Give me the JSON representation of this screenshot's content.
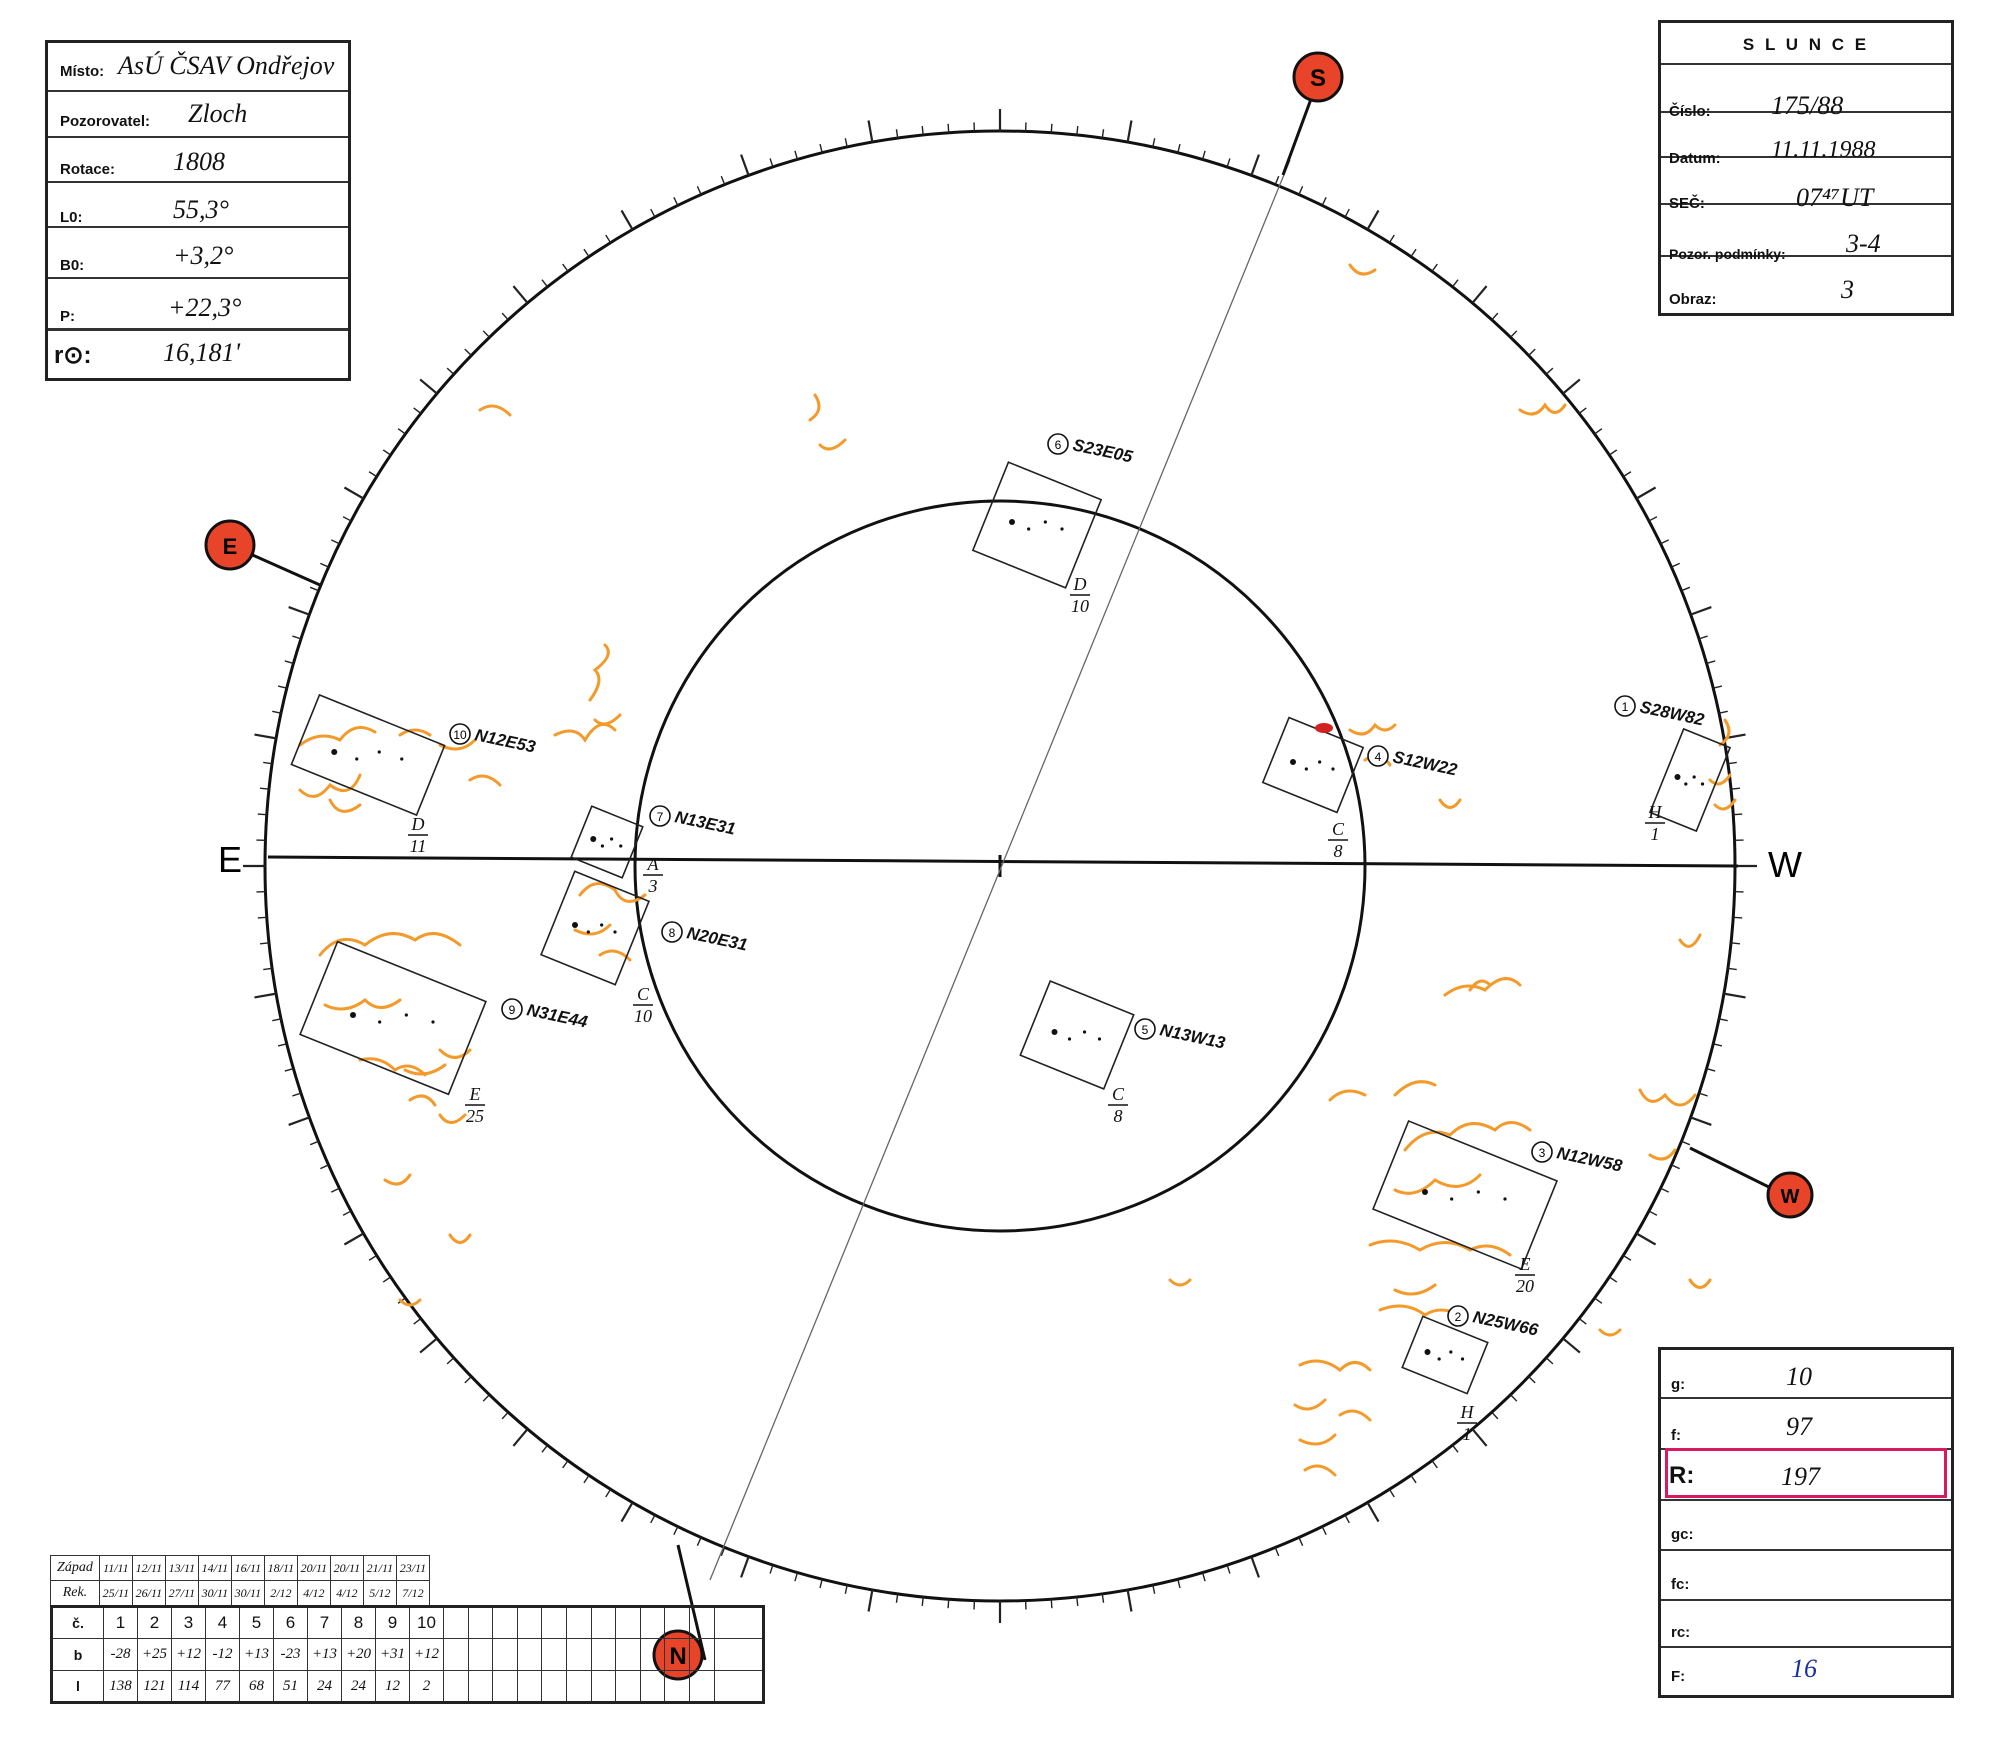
{
  "location_box": {
    "misto_label": "Místo:",
    "misto_value": "AsÚ ČSAV Ondřejov",
    "pozorovatel_label": "Pozorovatel:",
    "pozorovatel_value": "Zloch",
    "rotace_label": "Rotace:",
    "rotace_value": "1808",
    "l0_label": "L0:",
    "l0_value": "55,3°",
    "b0_label": "B0:",
    "b0_value": "+3,2°",
    "p_label": "P:",
    "p_value": "+22,3°",
    "r0_label": "r⊙:",
    "r0_value": "16,181'"
  },
  "header_box": {
    "title": "S L U N C E",
    "cislo_label": "Číslo:",
    "cislo_value": "175/88",
    "datum_label": "Datum:",
    "datum_value": "11.11.1988",
    "sec_label": "SEČ:",
    "sec_value": "07⁴⁷UT",
    "podminky_label": "Pozor. podmínky:",
    "podminky_value": "3-4",
    "obraz_label": "Obraz:",
    "obraz_value": "3"
  },
  "compass": {
    "S": "S",
    "E": "E",
    "W": "W",
    "N": "N",
    "e_axis": "E",
    "w_axis": "W"
  },
  "groups": [
    {
      "num": "1",
      "label": "S28W82",
      "cls": "H",
      "count": "1"
    },
    {
      "num": "2",
      "label": "N25W66",
      "cls": "H",
      "count": "1"
    },
    {
      "num": "3",
      "label": "N12W58",
      "cls": "E",
      "count": "20"
    },
    {
      "num": "4",
      "label": "S12W22",
      "cls": "C",
      "count": "8"
    },
    {
      "num": "5",
      "label": "N13W13",
      "cls": "C",
      "count": "8"
    },
    {
      "num": "6",
      "label": "S23E05",
      "cls": "D",
      "count": "10"
    },
    {
      "num": "7",
      "label": "N13E31",
      "cls": "A",
      "count": "3"
    },
    {
      "num": "8",
      "label": "N20E31",
      "cls": "C",
      "count": "10"
    },
    {
      "num": "9",
      "label": "N31E44",
      "cls": "E",
      "count": "25"
    },
    {
      "num": "10",
      "label": "N12E53",
      "cls": "D",
      "count": "11"
    }
  ],
  "counts_box": {
    "g_label": "g:",
    "g_value": "10",
    "f_label": "f:",
    "f_value": "97",
    "R_label": "R:",
    "R_value": "197",
    "gc_label": "gc:",
    "fc_label": "fc:",
    "rc_label": "rc:",
    "F_label": "F:",
    "F_value": "16"
  },
  "ephem_table": {
    "row_labels": [
      "Západ",
      "Rek.",
      "č.",
      "b",
      "l"
    ],
    "zapad": [
      "11/11",
      "12/11",
      "13/11",
      "14/11",
      "16/11",
      "18/11",
      "20/11",
      "20/11",
      "21/11",
      "23/11"
    ],
    "rek": [
      "25/11",
      "26/11",
      "27/11",
      "30/11",
      "30/11",
      "2/12",
      "4/12",
      "4/12",
      "5/12",
      "7/12"
    ],
    "cislo": [
      "1",
      "2",
      "3",
      "4",
      "5",
      "6",
      "7",
      "8",
      "9",
      "10"
    ],
    "b": [
      "-28",
      "+25",
      "+12",
      "-12",
      "+13",
      "-23",
      "+13",
      "+20",
      "+31",
      "+12"
    ],
    "l": [
      "138",
      "121",
      "114",
      "77",
      "68",
      "51",
      "24",
      "24",
      "12",
      "2"
    ]
  },
  "colors": {
    "faculae": "#f39a2b",
    "badge": "#e8442a",
    "highlight": "#d81b60",
    "ink": "#111111",
    "blue_ink": "#1a2ea8"
  }
}
